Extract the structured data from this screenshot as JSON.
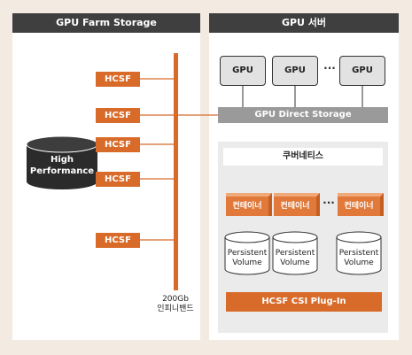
{
  "left_panel": {
    "title": "GPU Farm Storage"
  },
  "right_panel": {
    "title": "GPU 서버"
  },
  "storage": {
    "line1": "High",
    "line2": "Performance"
  },
  "hcsf_label": "HCSF",
  "hcsf_nodes": [
    "HCSF",
    "HCSF",
    "HCSF",
    "HCSF",
    "HCSF"
  ],
  "network": {
    "line1": "200Gb",
    "line2": "인피니밴드"
  },
  "gpus": [
    "GPU",
    "GPU",
    "GPU"
  ],
  "ellipsis": "···",
  "gpu_direct_storage": "GPU Direct Storage",
  "kubernetes": {
    "title": "쿠버네티스",
    "containers": [
      "컨테이너",
      "컨테이너",
      "컨테이너"
    ],
    "volumes": [
      {
        "line1": "Persistent",
        "line2": "Volume"
      },
      {
        "line1": "Persistent",
        "line2": "Volume"
      },
      {
        "line1": "Persistent",
        "line2": "Volume"
      }
    ],
    "csi_plugin": "HCSF CSI Plug-In"
  },
  "colors": {
    "orange": "#d86b2a",
    "dark": "#3f3f3f",
    "gray_bar": "#9a9a9a",
    "background": "#f3ebe1"
  }
}
